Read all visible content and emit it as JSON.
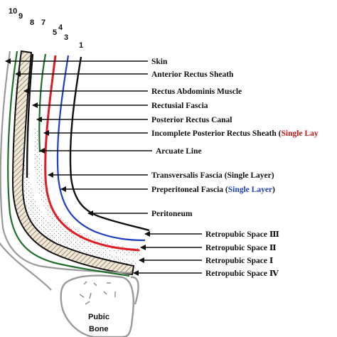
{
  "colors": {
    "black": "#111111",
    "red": "#e01b24",
    "blue": "#1f3fbf",
    "green": "#1f6f2a",
    "gray": "#9a9a9a",
    "hatch": "#b5a489",
    "label_highlight": "#c01818",
    "label_blue": "#1f3fbf"
  },
  "layer_numbers": [
    "10",
    "9",
    "8",
    "7",
    "5",
    "4",
    "3",
    "1"
  ],
  "labels": {
    "skin": "Skin",
    "anterior_rectus_sheath": "Anterior Rectus Sheath",
    "rectus_abdominis_muscle": "Rectus Abdominis Muscle",
    "rectusial_fascia": "Rectusial Fascia",
    "posterior_rectus_canal": "Posterior Rectus Canal",
    "incomplete_posterior_rectus_sheath": "Incomplete Posterior Rectus Sheath (",
    "single_layer_red": "Single Lay",
    "arcuate_line": "Arcuate Line",
    "transversalis_fascia": "Transversalis Fascia (Single Layer)",
    "preperitoneal_fascia_prefix": "Preperitoneal Fascia (",
    "preperitoneal_fascia_blue": "Single Layer",
    "preperitoneal_fascia_suffix": ")",
    "peritoneum": "Peritoneum",
    "retropubic_space_3": "Retropubic Space Ⅲ",
    "retropubic_space_2": "Retropubic Space Ⅱ",
    "retropubic_space_1": "Retropubic Space Ⅰ",
    "retropubic_space_4": "Retropubic Space Ⅳ"
  },
  "pubic_bone": {
    "line1": "Pubic",
    "line2": "Bone"
  }
}
